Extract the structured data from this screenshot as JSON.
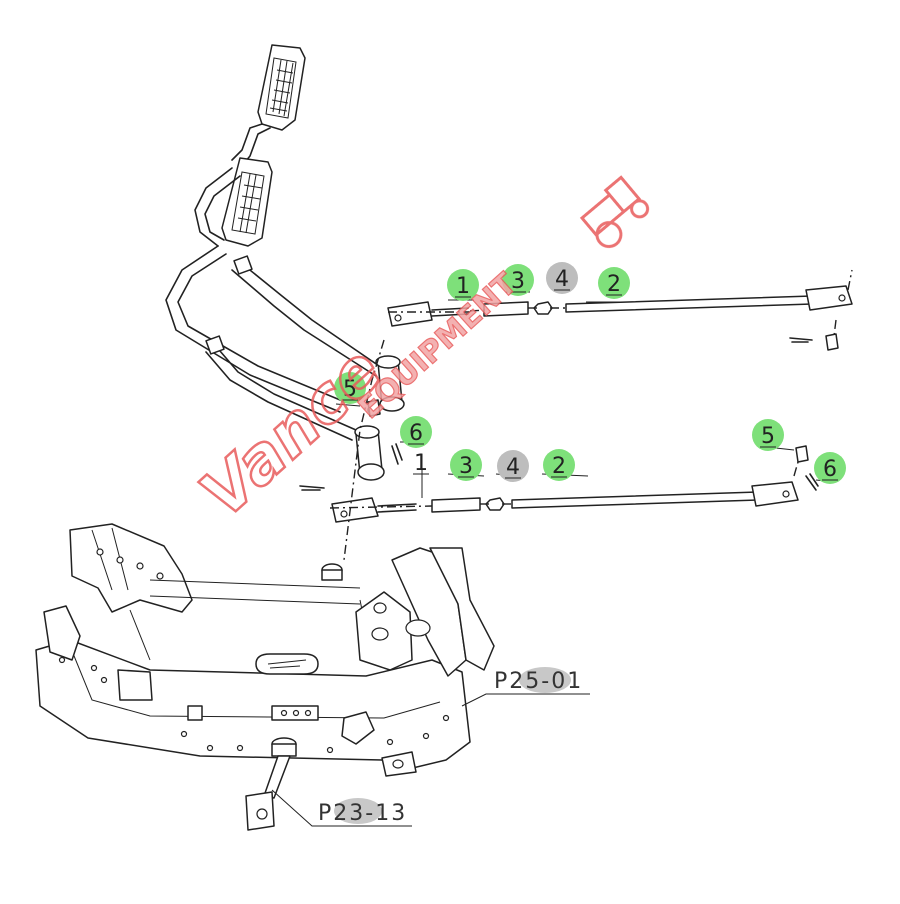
{
  "diagram": {
    "callouts": [
      {
        "id": "c1-top",
        "label": "1",
        "highlight": "#7ee07a"
      },
      {
        "id": "c3-top",
        "label": "3",
        "highlight": "#7ee07a"
      },
      {
        "id": "c4-top",
        "label": "4",
        "highlight": "#bdbdbd"
      },
      {
        "id": "c2-top",
        "label": "2",
        "highlight": "#7ee07a"
      },
      {
        "id": "c5-left",
        "label": "5",
        "highlight": "#7ee07a"
      },
      {
        "id": "c6-left",
        "label": "6",
        "highlight": "#7ee07a"
      },
      {
        "id": "c1-bottom",
        "label": "1",
        "highlight": "none"
      },
      {
        "id": "c3-bottom",
        "label": "3",
        "highlight": "#7ee07a"
      },
      {
        "id": "c4-bottom",
        "label": "4",
        "highlight": "#bdbdbd"
      },
      {
        "id": "c2-bottom",
        "label": "2",
        "highlight": "#7ee07a"
      },
      {
        "id": "c5-right",
        "label": "5",
        "highlight": "#7ee07a"
      },
      {
        "id": "c6-right",
        "label": "6",
        "highlight": "#7ee07a"
      }
    ],
    "references": [
      {
        "id": "ref-frame",
        "label": "P25-01"
      },
      {
        "id": "ref-shaft",
        "label": "P23-13"
      }
    ],
    "watermark": {
      "text": "VanceEQUIPMENT",
      "color": "#e85a5a"
    }
  }
}
